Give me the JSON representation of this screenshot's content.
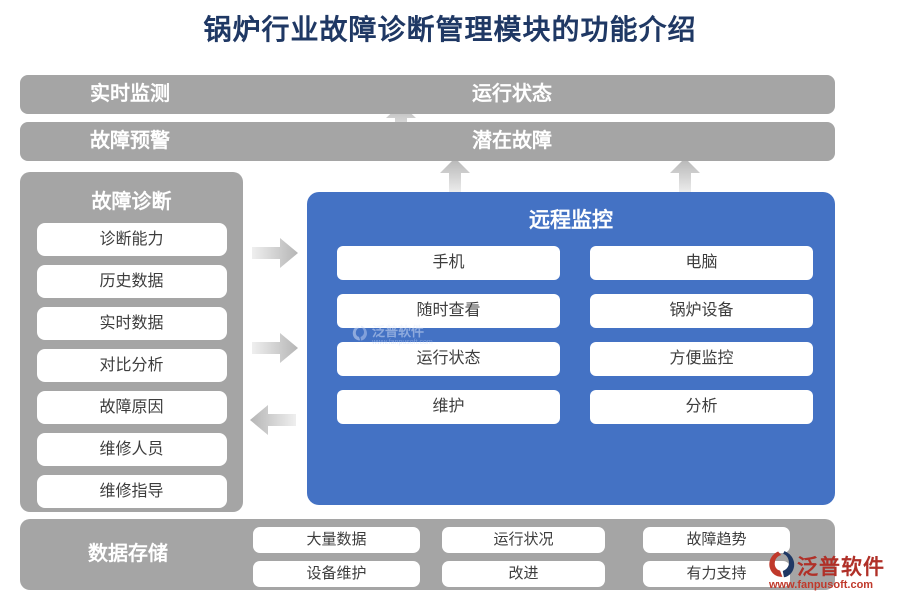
{
  "page": {
    "title": "锅炉行业故障诊断管理模块的功能介绍"
  },
  "top_bars": [
    {
      "left": "实时监测",
      "right": "运行状态"
    },
    {
      "left": "故障预警",
      "right": "潜在故障"
    }
  ],
  "sidebar": {
    "title": "故障诊断",
    "items": [
      "诊断能力",
      "历史数据",
      "实时数据",
      "对比分析",
      "故障原因",
      "维修人员",
      "维修指导"
    ]
  },
  "remote_panel": {
    "title": "远程监控",
    "left_buttons": [
      "手机",
      "随时查看",
      "运行状态",
      "维护"
    ],
    "right_buttons": [
      "电脑",
      "锅炉设备",
      "方便监控",
      "分析"
    ]
  },
  "bottom_bar": {
    "title": "数据存储",
    "row1": [
      "大量数据",
      "运行状况",
      "故障趋势"
    ],
    "row2": [
      "设备维护",
      "改进",
      "有力支持"
    ]
  },
  "watermark": {
    "name": "泛普软件",
    "url": "www.fanpusoft.com"
  },
  "brand": {
    "name": "泛普软件",
    "url": "www.fanpusoft.com"
  },
  "icons": {
    "up_arrow": "up-arrow",
    "right_arrow": "right-arrow",
    "left_arrow": "left-arrow",
    "brand_logo": "fanpu-swirl-logo"
  },
  "colors": {
    "bar_gray": "#A5A5A5",
    "panel_blue": "#4472C4",
    "title_navy": "#1F3864",
    "brand_red": "#B03028"
  }
}
